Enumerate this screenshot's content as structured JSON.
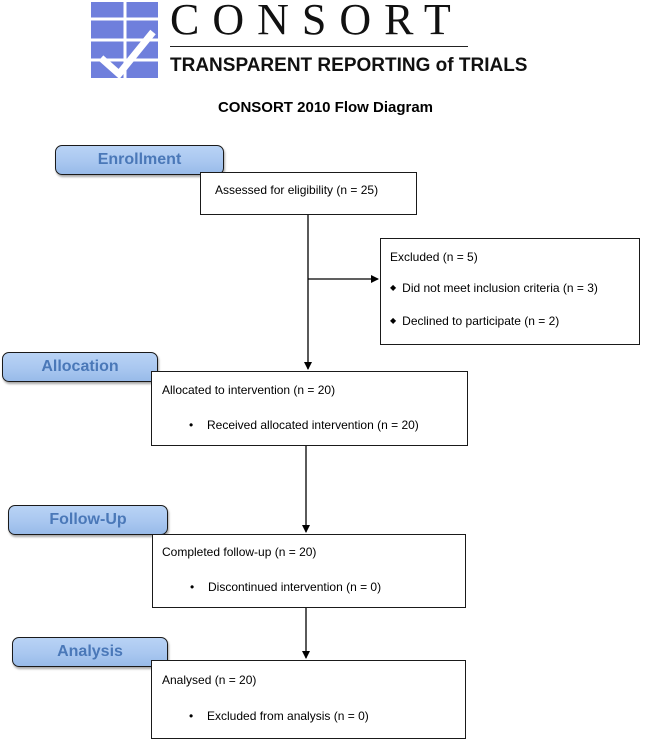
{
  "logo": {
    "wordmark": "CONSORT",
    "tagline": "TRANSPARENT REPORTING of TRIALS",
    "icon": "consort-checkmark-logo-icon",
    "color": "#6f7fdc"
  },
  "title": "CONSORT 2010 Flow Diagram",
  "stages": {
    "enrollment": "Enrollment",
    "allocation": "Allocation",
    "followup": "Follow-Up",
    "analysis": "Analysis"
  },
  "boxes": {
    "eligibility": {
      "text": "Assessed for eligibility (n = 25)"
    },
    "excluded": {
      "title": "Excluded (n = 5)",
      "items": [
        "Did not meet inclusion criteria (n = 3)",
        "Declined to participate (n = 2)"
      ]
    },
    "allocated": {
      "title": "Allocated to intervention (n = 20)",
      "item": "Received allocated intervention (n = 20)"
    },
    "followup": {
      "title": "Completed follow-up (n = 20)",
      "item": "Discontinued intervention (n = 0)"
    },
    "analysed": {
      "title": "Analysed (n = 20)",
      "item": "Excluded from analysis (n = 0)"
    }
  },
  "colors": {
    "stage_fill": "#a9c7f0",
    "stage_text": "#4a78b8"
  }
}
